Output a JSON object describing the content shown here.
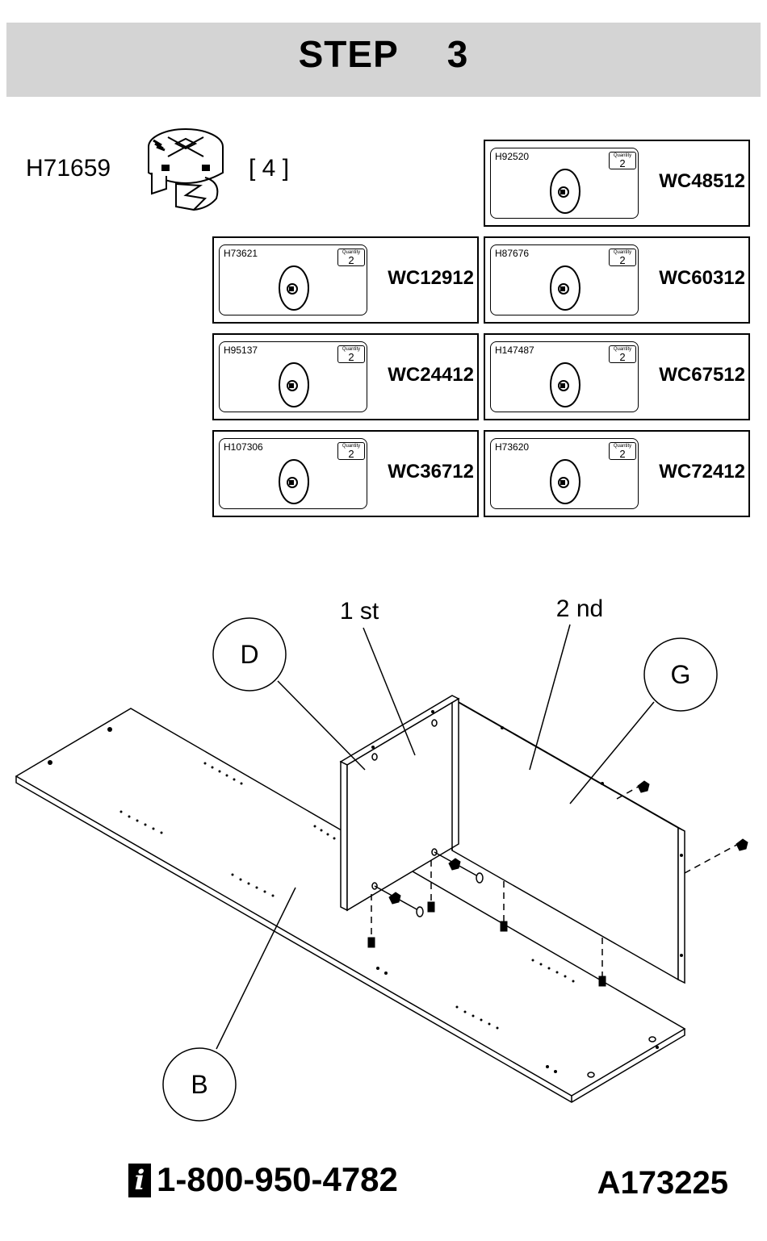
{
  "header": {
    "step_word": "STEP",
    "step_number": "3"
  },
  "hardware": {
    "code": "H71659",
    "quantity": "[ 4 ]",
    "icon": "cam-lock-icon"
  },
  "cards": [
    {
      "hcode": "H92520",
      "qty_label": "Quantity",
      "qty": "2",
      "wc": "WC48512"
    },
    {
      "hcode": "H73621",
      "qty_label": "Quantity",
      "qty": "2",
      "wc": "WC12912"
    },
    {
      "hcode": "H87676",
      "qty_label": "Quantity",
      "qty": "2",
      "wc": "WC60312"
    },
    {
      "hcode": "H95137",
      "qty_label": "Quantity",
      "qty": "2",
      "wc": "WC24412"
    },
    {
      "hcode": "H147487",
      "qty_label": "Quantity",
      "qty": "2",
      "wc": "WC67512"
    },
    {
      "hcode": "H107306",
      "qty_label": "Quantity",
      "qty": "2",
      "wc": "WC36712"
    },
    {
      "hcode": "H73620",
      "qty_label": "Quantity",
      "qty": "2",
      "wc": "WC72412"
    }
  ],
  "diagram": {
    "label_first": "1 st",
    "label_second": "2 nd",
    "panel_d": "D",
    "panel_g": "G",
    "panel_b": "B"
  },
  "footer": {
    "info_icon": "i",
    "phone": "1-800-950-4782",
    "doc_code": "A173225"
  }
}
